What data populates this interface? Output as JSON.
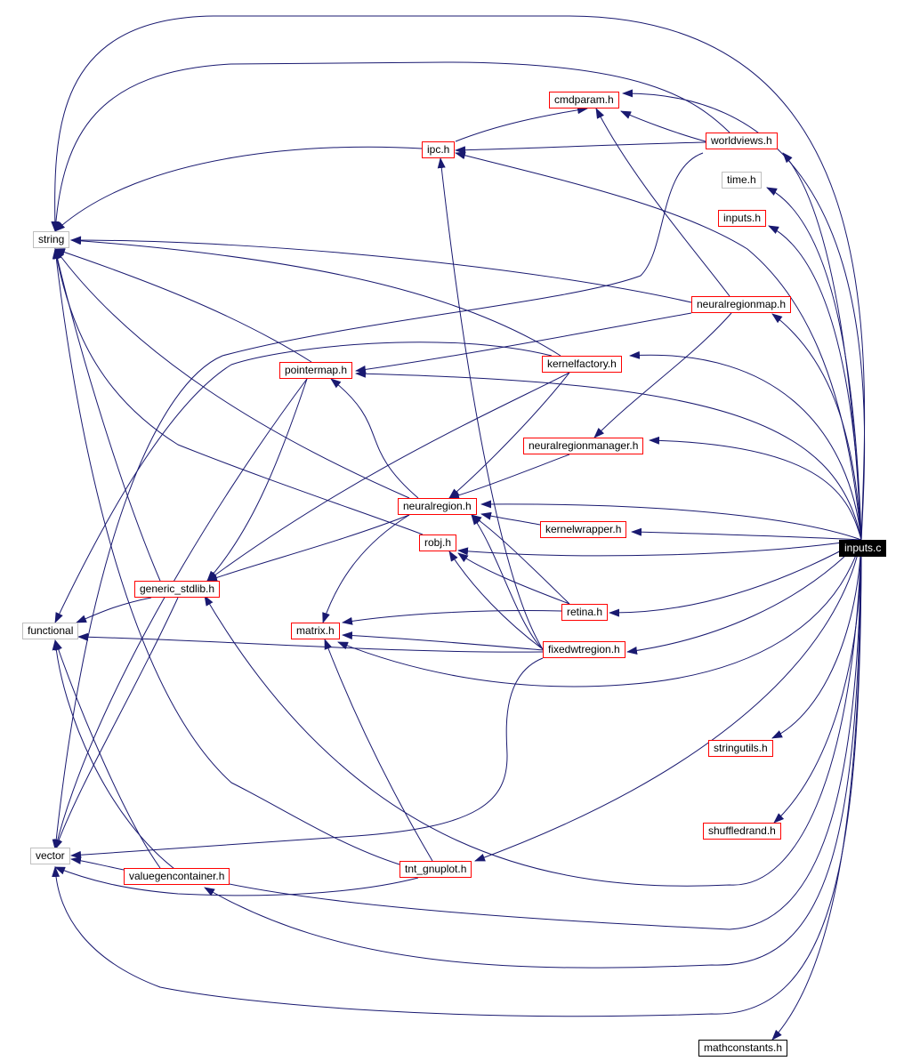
{
  "colors": {
    "edge": "#191970",
    "link_border": "#ff0000",
    "system_border": "#bfbfbf",
    "plain_border": "#000000",
    "root_fill": "#000000",
    "root_text": "#ffffff"
  },
  "nodes": {
    "inputs_c": "inputs.c",
    "cmdparam_h": "cmdparam.h",
    "ipc_h": "ipc.h",
    "worldviews_h": "worldviews.h",
    "time_h": "time.h",
    "inputs_h": "inputs.h",
    "string": "string",
    "neuralregionmap_h": "neuralregionmap.h",
    "pointermap_h": "pointermap.h",
    "kernelfactory_h": "kernelfactory.h",
    "neuralregionmanager_h": "neuralregionmanager.h",
    "neuralregion_h": "neuralregion.h",
    "kernelwrapper_h": "kernelwrapper.h",
    "robj_h": "robj.h",
    "generic_stdlib_h": "generic_stdlib.h",
    "retina_h": "retina.h",
    "functional": "functional",
    "matrix_h": "matrix.h",
    "fixedwtregion_h": "fixedwtregion.h",
    "stringutils_h": "stringutils.h",
    "shuffledrand_h": "shuffledrand.h",
    "vector": "vector",
    "tnt_gnuplot_h": "tnt_gnuplot.h",
    "valuegencontainer_h": "valuegencontainer.h",
    "mathconstants_h": "mathconstants.h"
  }
}
